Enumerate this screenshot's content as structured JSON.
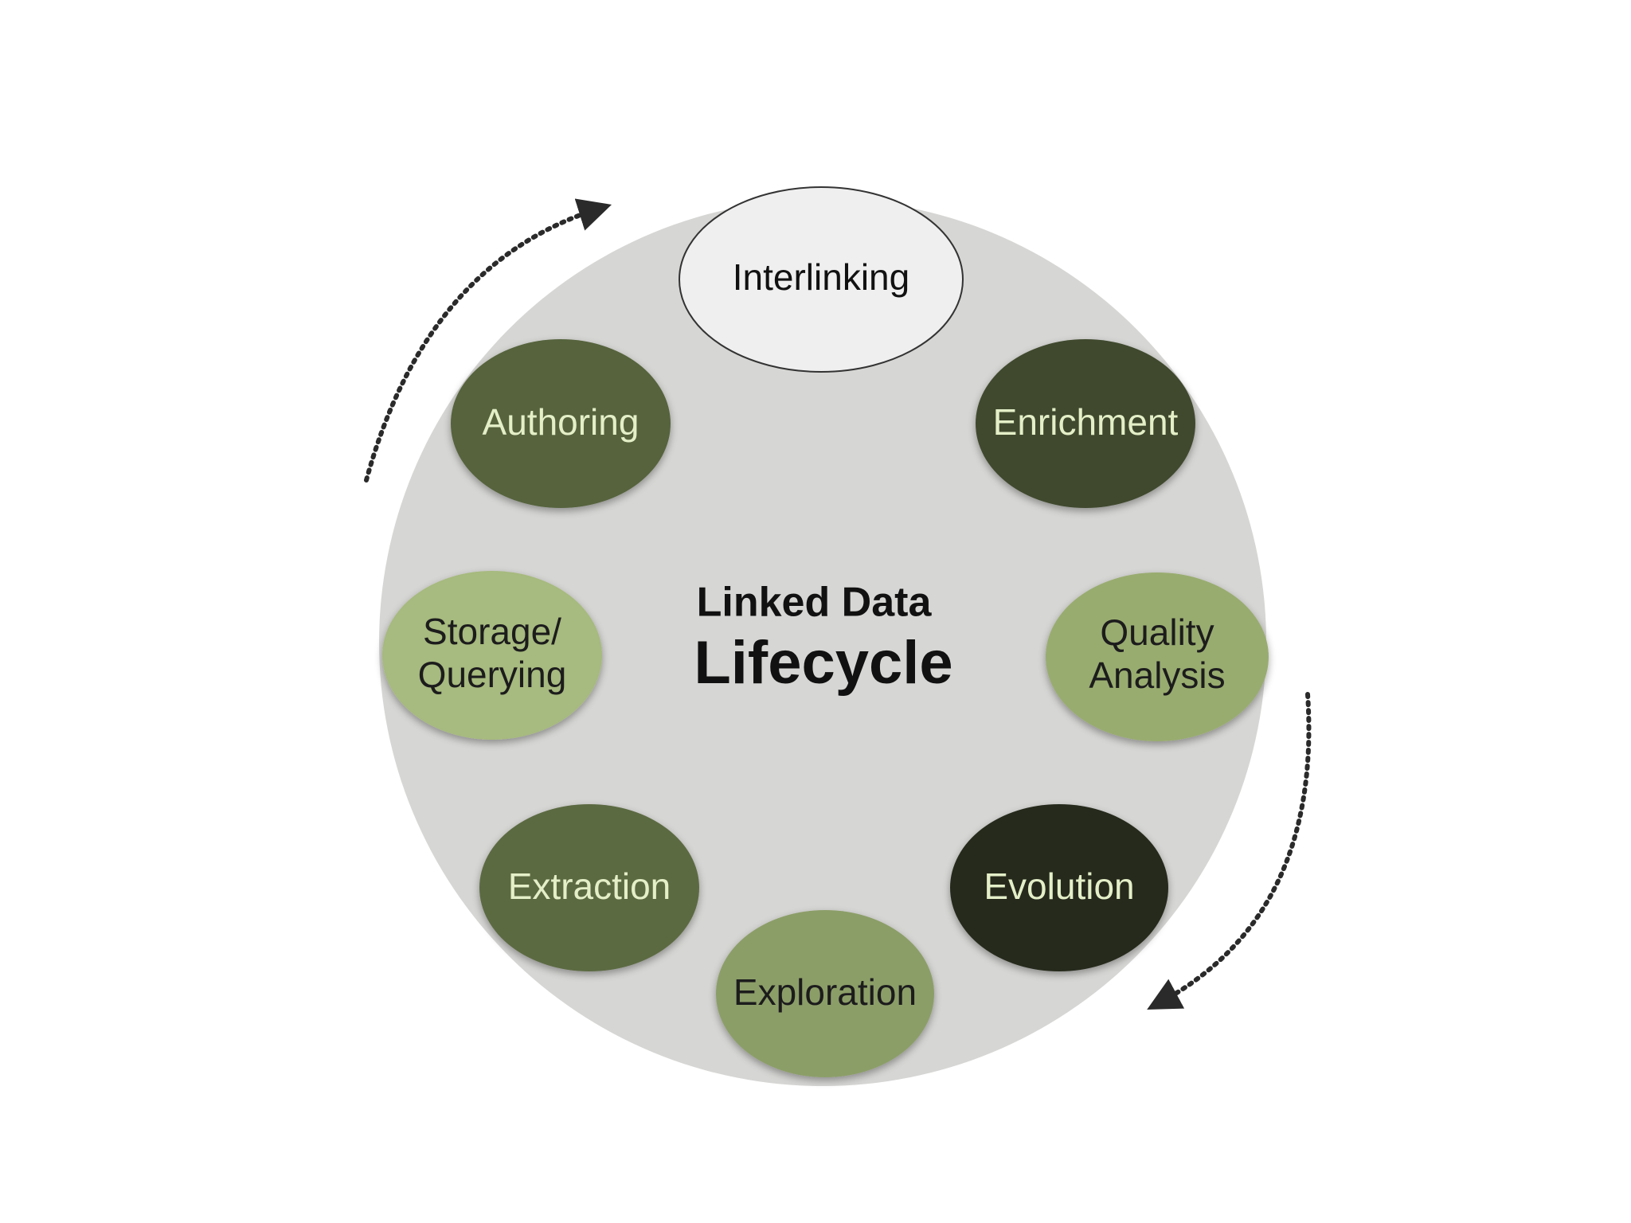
{
  "diagram": {
    "title_line1": "Linked Data",
    "title_line2": "Lifecycle",
    "colors": {
      "background": "#ffffff",
      "big_circle": "#d6d6d4",
      "interlinking_fill": "#efefef",
      "dark_label_text": "#1e1e1e",
      "light_label_text": "#e4efc8",
      "arrow": "#2a2a2a"
    },
    "nodes": [
      {
        "id": "interlinking",
        "label_lines": [
          "Interlinking"
        ],
        "fill": "#efefef",
        "text_color": "#111111",
        "outlined": true
      },
      {
        "id": "enrichment",
        "label_lines": [
          "Enrichment"
        ],
        "fill": "#3f4a2e",
        "text_color": "#e4efc8",
        "outlined": false
      },
      {
        "id": "quality-analysis",
        "label_lines": [
          "Quality",
          "Analysis"
        ],
        "fill": "#99ac70",
        "text_color": "#1e1e1e",
        "outlined": false
      },
      {
        "id": "evolution",
        "label_lines": [
          "Evolution"
        ],
        "fill": "#252b1c",
        "text_color": "#e4efc8",
        "outlined": false
      },
      {
        "id": "exploration",
        "label_lines": [
          "Exploration"
        ],
        "fill": "#8c9e68",
        "text_color": "#1e1e1e",
        "outlined": false
      },
      {
        "id": "extraction",
        "label_lines": [
          "Extraction"
        ],
        "fill": "#5c6a43",
        "text_color": "#e4efc8",
        "outlined": false
      },
      {
        "id": "storage-querying",
        "label_lines": [
          "Storage/",
          "Querying"
        ],
        "fill": "#a7ba7f",
        "text_color": "#1e1e1e",
        "outlined": false
      },
      {
        "id": "authoring",
        "label_lines": [
          "Authoring"
        ],
        "fill": "#56643e",
        "text_color": "#e4efc8",
        "outlined": false
      }
    ],
    "arrows": [
      {
        "id": "top-left-arrow",
        "direction": "clockwise"
      },
      {
        "id": "bottom-right-arrow",
        "direction": "clockwise"
      }
    ]
  }
}
